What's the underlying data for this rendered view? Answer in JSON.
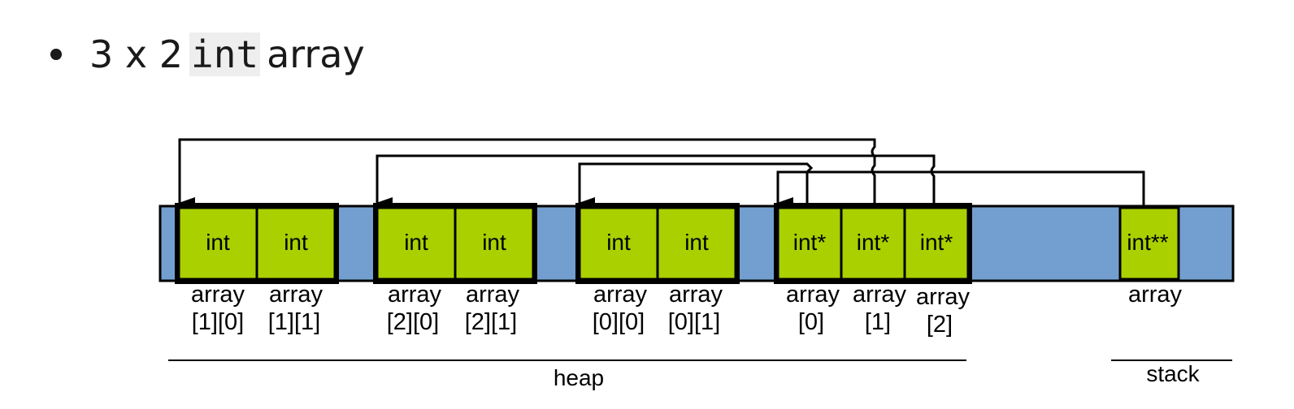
{
  "header": {
    "prefix": "3 x 2",
    "code": "int",
    "suffix": "array"
  },
  "memory": {
    "groups": [
      {
        "cells": [
          {
            "type": "int",
            "caption": [
              "array",
              "[1][0]"
            ]
          },
          {
            "type": "int",
            "caption": [
              "array",
              "[1][1]"
            ]
          }
        ]
      },
      {
        "cells": [
          {
            "type": "int",
            "caption": [
              "array",
              "[2][0]"
            ]
          },
          {
            "type": "int",
            "caption": [
              "array",
              "[2][1]"
            ]
          }
        ]
      },
      {
        "cells": [
          {
            "type": "int",
            "caption": [
              "array",
              "[0][0]"
            ]
          },
          {
            "type": "int",
            "caption": [
              "array",
              "[0][1]"
            ]
          }
        ]
      },
      {
        "cells": [
          {
            "type": "int*",
            "caption": [
              "array",
              "[0]"
            ]
          },
          {
            "type": "int*",
            "caption": [
              "array",
              "[1]"
            ]
          },
          {
            "type": "int*",
            "caption": [
              "array",
              "[2]"
            ]
          }
        ]
      }
    ],
    "stack_cell": {
      "type": "int**",
      "caption": [
        "array"
      ]
    },
    "regions": {
      "heap": "heap",
      "stack": "stack"
    }
  },
  "colors": {
    "memory_bar": "#729fcf",
    "cell_fill": "#aad000",
    "outline": "#000000",
    "code_bg": "#eeeeee"
  }
}
